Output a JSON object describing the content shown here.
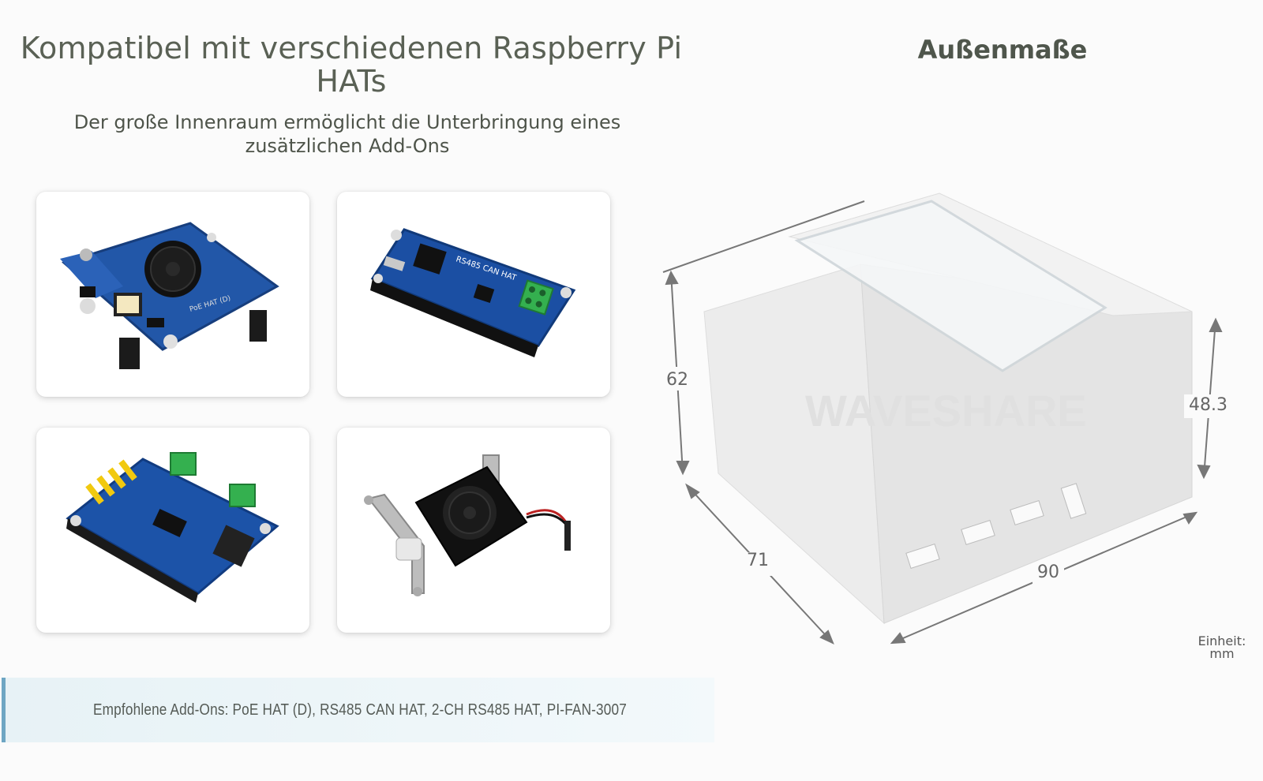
{
  "left": {
    "title": "Kompatibel mit verschiedenen Raspberry Pi HATs",
    "subtitle": "Der große Innenraum ermöglicht die Unterbringung eines zusätzlichen Add-Ons",
    "products": [
      {
        "id": "poe-hat",
        "label": "PoE HAT (D)"
      },
      {
        "id": "rs485-can-hat",
        "label": "RS485 CAN HAT"
      },
      {
        "id": "2ch-rs485-hat",
        "label": "2-CH RS485 HAT"
      },
      {
        "id": "pi-fan",
        "label": "PI-FAN-3007"
      }
    ],
    "note": "Empfohlene Add-Ons: PoE HAT (D), RS485 CAN HAT, 2-CH RS485 HAT, PI-FAN-3007"
  },
  "right": {
    "title": "Außenmaße",
    "watermark": "WAVESHARE",
    "dims": {
      "height": "62",
      "side_height": "48.3",
      "depth": "71",
      "width": "90"
    },
    "unit_label": "Einheit:",
    "unit": "mm"
  },
  "colors": {
    "pcb_blue": "#1f4fa0",
    "terminal_green": "#2fa84a",
    "accent_bar": "#6ea6c3",
    "title_text": "#5a6155"
  }
}
